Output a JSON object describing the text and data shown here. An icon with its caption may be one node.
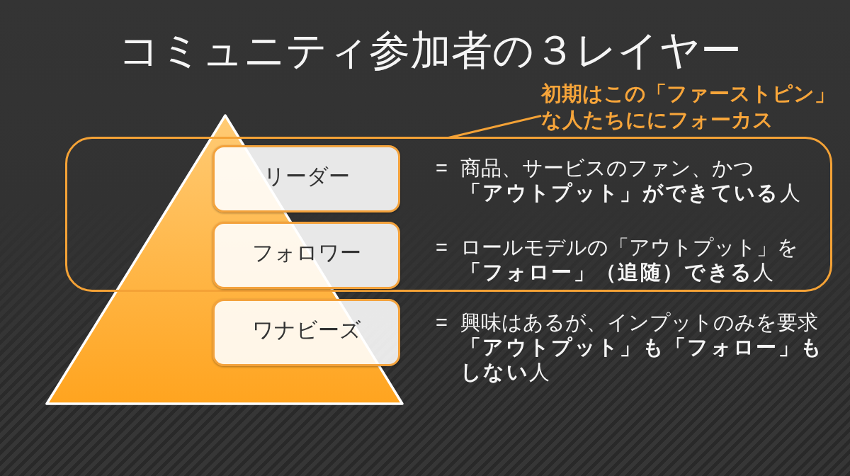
{
  "diagram": {
    "title": "コミュニティ参加者の３レイヤー",
    "nodes": [
      {
        "text": [
          "初期はこの「ファーストピン」な人たちににフォーカス"
        ]
      },
      {
        "text": [],
        "shape": "box"
      },
      {
        "text": [
          "リーダー"
        ],
        "in": 1,
        "beside": [
          "= 商品、サービスのファン、かつ**「アウトプット」ができている**人"
        ]
      },
      {
        "text": [
          "フォロワー"
        ],
        "in": 1,
        "beside": [
          "= ロールモデルの「アウトプット」を**「フォロー」（追随）できる**人"
        ]
      },
      {
        "text": [
          "ワナビーズ"
        ],
        "beside": [
          "= 興味はあるが、インプットのみを要求**「アウトプット」も「フォロー」もしない**人"
        ]
      }
    ],
    "edges": [
      {
        "from": 0,
        "to": 1,
        "arrow": "none"
      }
    ]
  }
}
